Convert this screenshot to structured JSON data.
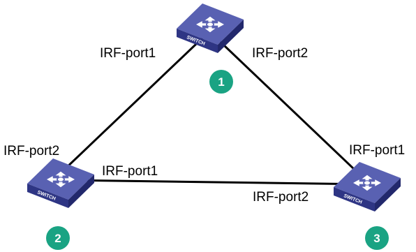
{
  "links": [
    {
      "from": "switch-1",
      "to": "switch-2",
      "from_port": "IRF-port1",
      "to_port": "IRF-port2"
    },
    {
      "from": "switch-1",
      "to": "switch-3",
      "from_port": "IRF-port2",
      "to_port": "IRF-port1"
    },
    {
      "from": "switch-2",
      "to": "switch-3",
      "from_port": "IRF-port1",
      "to_port": "IRF-port2"
    }
  ],
  "switches": [
    {
      "id": "switch-1",
      "device_label": "SWITCH",
      "member_id": "1"
    },
    {
      "id": "switch-2",
      "device_label": "SWITCH",
      "member_id": "2"
    },
    {
      "id": "switch-3",
      "device_label": "SWITCH",
      "member_id": "3"
    }
  ],
  "colors": {
    "switch_top": "#5961b2",
    "switch_side": "#2e3584",
    "switch_front": "#22286c",
    "badge": "#1aa383",
    "link": "#000000"
  },
  "icons": {
    "switch": "switch-icon",
    "arrows": "four-way-arrows-icon"
  }
}
